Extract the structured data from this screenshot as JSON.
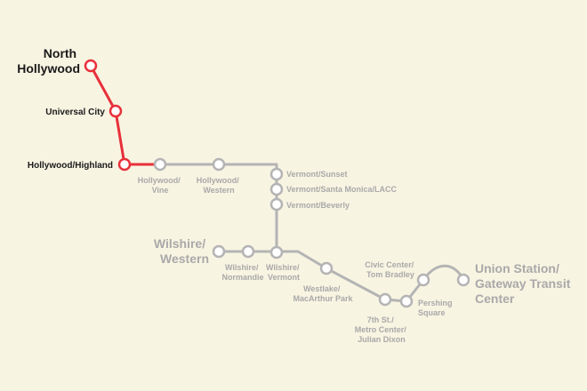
{
  "colors": {
    "background": "#f8f4e2",
    "active_line": "#e8303a",
    "inactive_line": "#b4b4b4",
    "active_text": "#1a1a1a",
    "inactive_text": "#a9a9a9"
  },
  "stations": {
    "north_hollywood": [
      "North",
      "Hollywood"
    ],
    "universal_city": [
      "Universal City"
    ],
    "hollywood_highland": [
      "Hollywood/Highland"
    ],
    "hollywood_vine": [
      "Hollywood/",
      "Vine"
    ],
    "hollywood_western": [
      "Hollywood/",
      "Western"
    ],
    "vermont_sunset": [
      "Vermont/Sunset"
    ],
    "vermont_santa_monica": [
      "Vermont/Santa Monica/LACC"
    ],
    "vermont_beverly": [
      "Vermont/Beverly"
    ],
    "wilshire_western": [
      "Wilshire/",
      "Western"
    ],
    "wilshire_normandie": [
      "Wilshire/",
      "Normandie"
    ],
    "wilshire_vermont": [
      "Wilshire/",
      "Vermont"
    ],
    "westlake_macarthur": [
      "Westlake/",
      "MacArthur Park"
    ],
    "seventh_metro": [
      "7th St./",
      "Metro Center/",
      "Julian Dixon"
    ],
    "pershing_square": [
      "Pershing",
      "Square"
    ],
    "civic_center": [
      "Civic Center/",
      "Tom Bradley"
    ],
    "union_station": [
      "Union Station/",
      "Gateway Transit",
      "Center"
    ]
  }
}
